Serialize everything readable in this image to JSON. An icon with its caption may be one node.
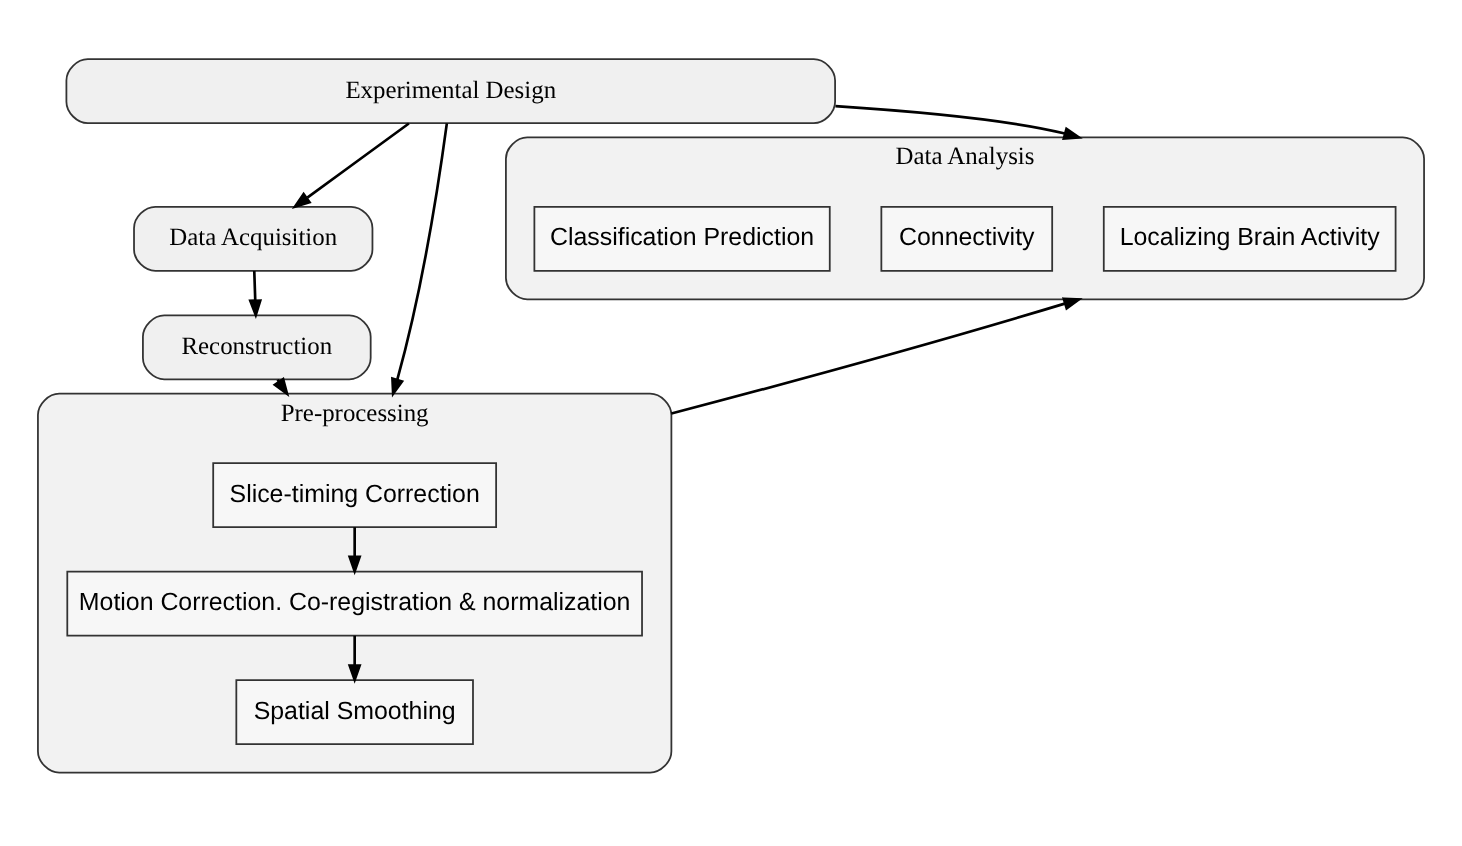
{
  "diagram": {
    "nodes": [
      {
        "text": [
          "Experimental Design"
        ]
      },
      {
        "text": [
          "Data Acquisition"
        ]
      },
      {
        "text": [
          "Reconstruction"
        ]
      },
      {
        "text": [
          "Pre-processing"
        ]
      },
      {
        "text": [
          "Slice-timing Correction"
        ],
        "in": 3
      },
      {
        "text": [
          "Motion Correction. Co-registration & normalization"
        ],
        "in": 3
      },
      {
        "text": [
          "Spatial Smoothing"
        ],
        "in": 3
      },
      {
        "text": [
          "Data Analysis"
        ]
      },
      {
        "text": [
          "Localizing Brain Activity"
        ],
        "in": 7
      },
      {
        "text": [
          "Connectivity"
        ],
        "in": 7
      },
      {
        "text": [
          "Classification Prediction"
        ],
        "in": 7
      }
    ],
    "edges": [
      {
        "from": 0,
        "to": 1,
        "arrow": "to"
      },
      {
        "from": 0,
        "to": 3,
        "arrow": "to"
      },
      {
        "from": 0,
        "to": 7,
        "arrow": "to"
      },
      {
        "from": 1,
        "to": 2,
        "arrow": "to"
      },
      {
        "from": 2,
        "to": 3,
        "arrow": "to"
      },
      {
        "from": 4,
        "to": 5,
        "arrow": "to"
      },
      {
        "from": 5,
        "to": 6,
        "arrow": "to"
      },
      {
        "from": 3,
        "to": 7,
        "arrow": "to"
      }
    ]
  }
}
